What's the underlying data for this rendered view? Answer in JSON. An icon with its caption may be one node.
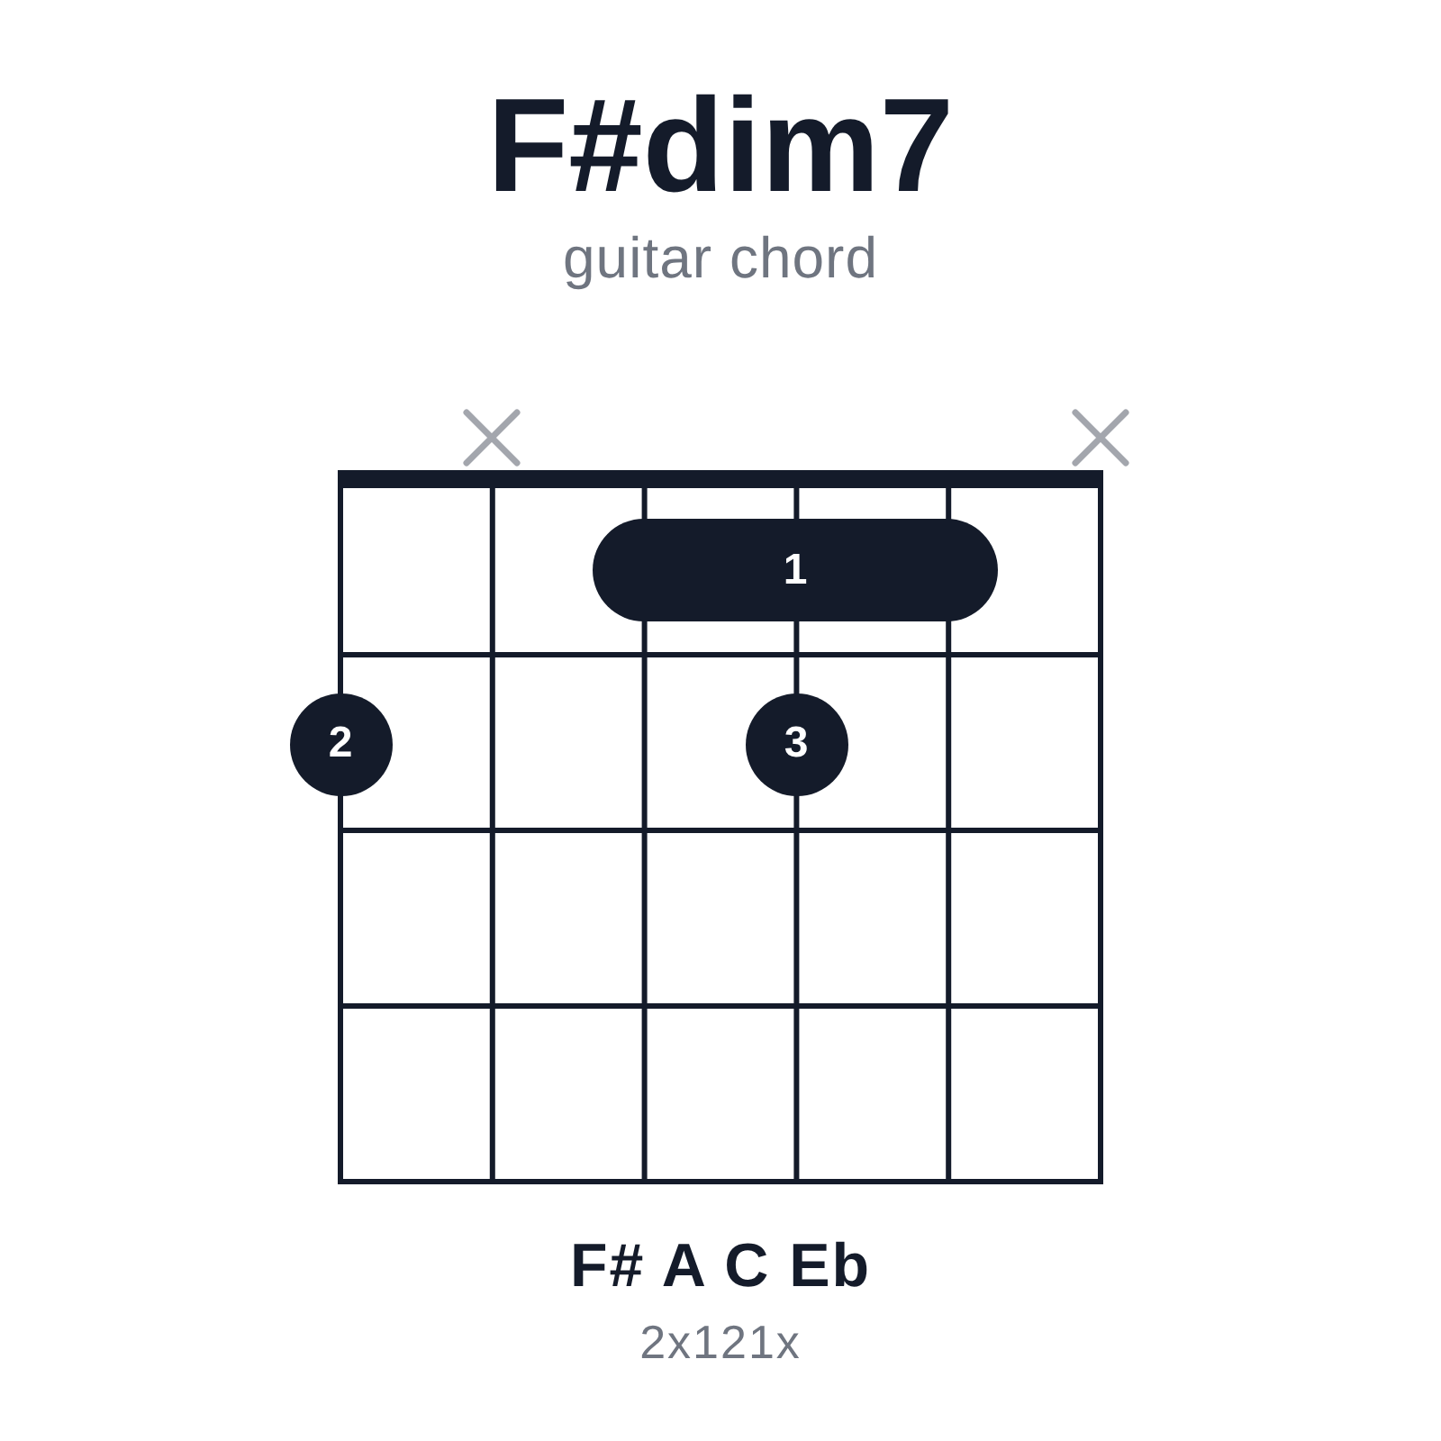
{
  "diagram": {
    "title": "F#dim7",
    "nodes": [
      {
        "text": [
          "1"
        ]
      },
      {
        "text": [
          "2"
        ]
      },
      {
        "text": [
          "3"
        ]
      }
    ],
    "labels": [
      "guitar chord",
      "F# A C Eb",
      "2x121x"
    ]
  }
}
